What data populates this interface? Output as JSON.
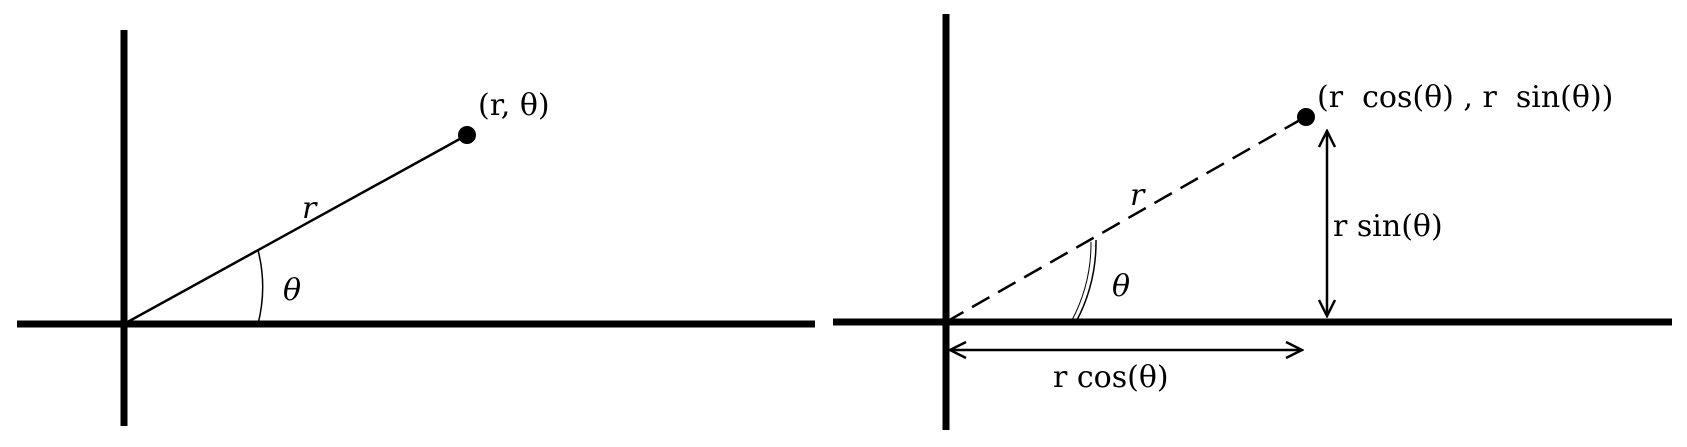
{
  "left_panel": {
    "point_label": "(r, θ)",
    "radius_label": "r",
    "angle_label": "θ"
  },
  "right_panel": {
    "point_label": "(r  cos(θ) , r  sin(θ))",
    "radius_label": "r",
    "angle_label": "θ",
    "vertical_label": "r sin(θ)",
    "horizontal_label": "r cos(θ)"
  },
  "colors": {
    "ink": "#000000",
    "background": "#ffffff"
  }
}
